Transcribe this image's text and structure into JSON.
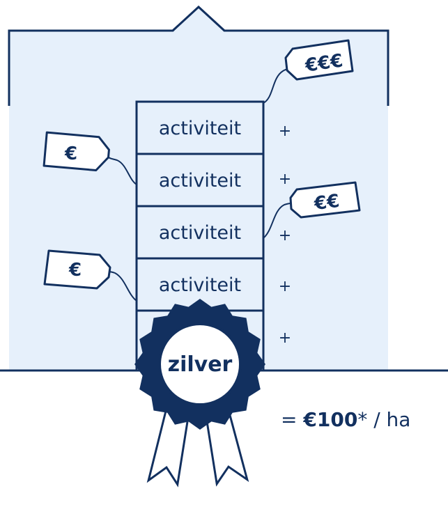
{
  "colors": {
    "navy": "#12305f",
    "panel": "#e6f0fb",
    "white": "#ffffff"
  },
  "rows": [
    {
      "label": "activiteit",
      "plus": "+"
    },
    {
      "label": "activiteit",
      "plus": "+"
    },
    {
      "label": "activiteit",
      "plus": "+"
    },
    {
      "label": "activiteit",
      "plus": "+"
    },
    {
      "label": "",
      "plus": "+"
    }
  ],
  "tags": [
    {
      "text": "€€€",
      "icon": "price-tag-icon"
    },
    {
      "text": "€",
      "icon": "price-tag-icon"
    },
    {
      "text": "€€",
      "icon": "price-tag-icon"
    },
    {
      "text": "€",
      "icon": "price-tag-icon"
    }
  ],
  "badge": {
    "label": "zilver",
    "icon": "rosette-ribbon-icon"
  },
  "result": {
    "prefix": "= ",
    "amount": "€100",
    "asterisk": "*",
    "unit": " / ha"
  }
}
